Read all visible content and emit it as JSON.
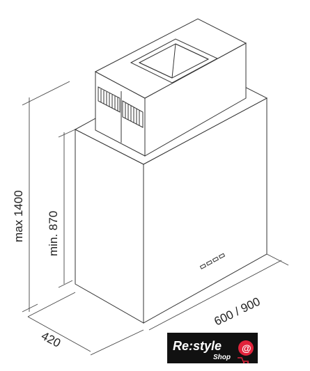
{
  "dimensions": {
    "max_height": "max 1400",
    "min_height": "min. 870",
    "depth": "420",
    "width": "600 / 900"
  },
  "logo": {
    "brand": "Re:style",
    "sub": "Shop",
    "bg_color": "#111111",
    "accent_color": "#e0233b"
  }
}
